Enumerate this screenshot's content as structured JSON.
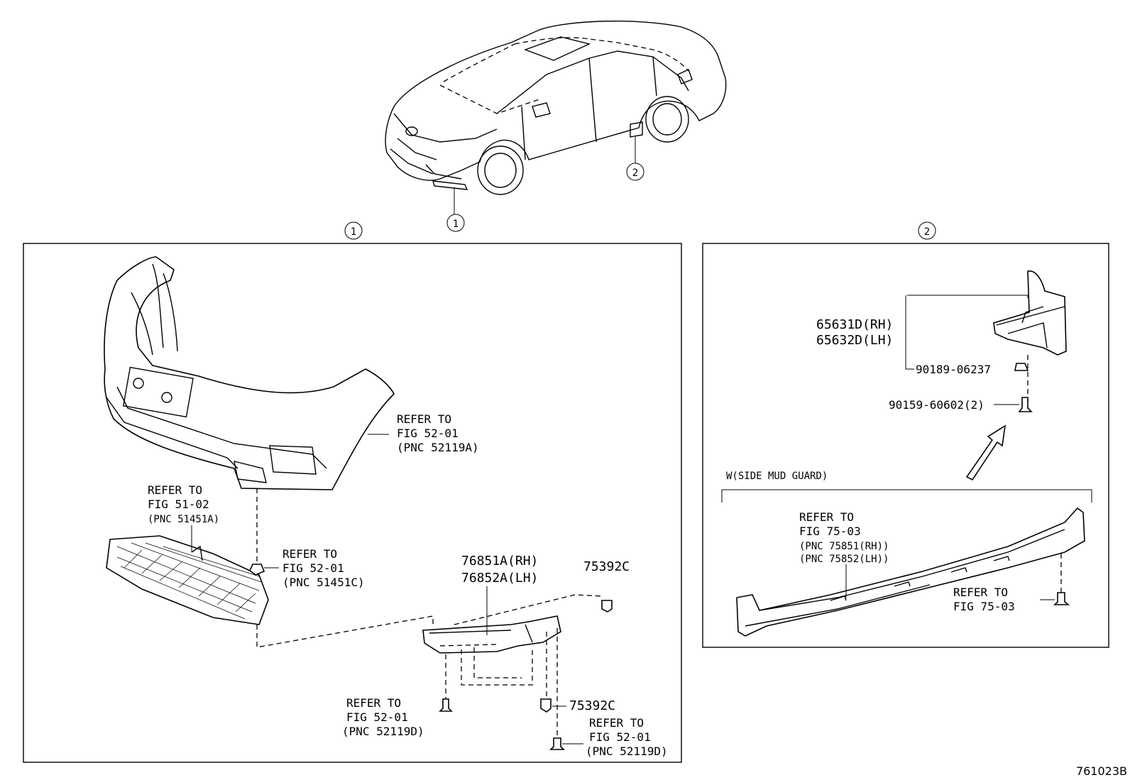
{
  "diagram_id": "761023B",
  "callouts": {
    "one": "1",
    "two": "2"
  },
  "panel_1": {
    "bumper_refer": [
      "REFER TO",
      "FIG 52-01",
      "(PNC 52119A)"
    ],
    "undercover_refer": [
      "REFER TO",
      "FIG 51-02",
      "(PNC 51451A)"
    ],
    "clip_refer": [
      "REFER TO",
      "FIG 52-01",
      "(PNC 51451C)"
    ],
    "spoiler_rh": "76851A(RH)",
    "spoiler_lh": "76852A(LH)",
    "clip_top": "75392C",
    "clip_bottom": "75392C",
    "screw_left_refer": [
      "REFER TO",
      "FIG 52-01",
      "(PNC 52119D)"
    ],
    "screw_right_refer": [
      "REFER TO",
      "FIG 52-01",
      "(PNC 52119D)"
    ]
  },
  "panel_2": {
    "mudguard_rh": "65631D(RH)",
    "mudguard_lh": "65632D(LH)",
    "nut": "90189-06237",
    "screw": "90159-60602(2)",
    "section_title": "W(SIDE MUD GUARD)",
    "rocker_refer": [
      "REFER TO",
      "FIG 75-03",
      "(PNC 75851(RH))",
      "(PNC 75852(LH))"
    ],
    "rocker_screw_refer": [
      "REFER TO",
      "FIG 75-03"
    ]
  }
}
